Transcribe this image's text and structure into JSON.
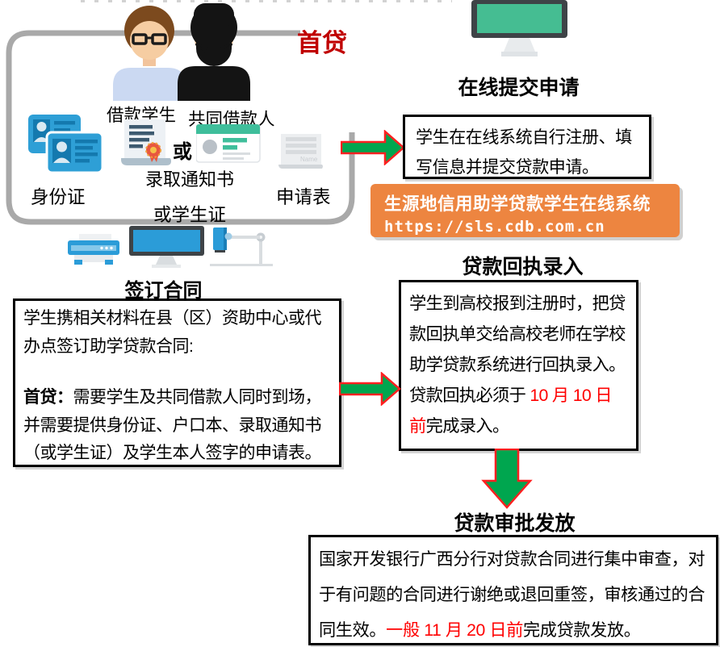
{
  "first_loan_label": "首贷",
  "materials": {
    "borrower_label": "借款学生",
    "co_borrower_label": "共同借款人",
    "or_label": "或",
    "id_card_label": "身份证",
    "admission_notice_label": "录取通知书",
    "or_student_id_label": "或学生证",
    "application_form_label": "申请表"
  },
  "steps": {
    "online_apply": {
      "title": "在线提交申请",
      "body": [
        {
          "t": "学生在在线系统自行注册、填写信息并提交贷款申请。"
        }
      ],
      "portal_name": "生源地信用助学贷款学生在线系统",
      "portal_url": "https://sls.cdb.com.cn"
    },
    "sign_contract": {
      "title": "签订合同",
      "para1": [
        {
          "t": "学生携相关材料在县（区）资助中心或代办点签订助学贷款合同:"
        }
      ],
      "para2": [
        {
          "t": "首贷：",
          "b": true
        },
        {
          "t": "需要学生及共同借款人同时到场，并需要提供身份证、户口本、录取通知书（或学生证）及学生本人签字的申请表。"
        }
      ]
    },
    "receipt_entry": {
      "title": "贷款回执录入",
      "body": [
        {
          "t": "学生到高校报到注册时，把贷款回执单交给高校老师在学校助学贷款系统进行回执录入。贷款回执必须于 "
        },
        {
          "t": "10 月 10 日前",
          "red": true
        },
        {
          "t": "完成录入。"
        }
      ]
    },
    "approval": {
      "title": "贷款审批发放",
      "body": [
        {
          "t": "国家开发银行广西分行对贷款合同进行集中审查，对于有问题的合同进行谢绝或退回重签，审核通过的合同生效。"
        },
        {
          "t": "一般 11 月 20 日前",
          "red": true
        },
        {
          "t": "完成贷款发放。"
        }
      ]
    }
  },
  "colors": {
    "arrow_green": "#00A64F",
    "arrow_outline_red": "#FF2020",
    "first_loan_red": "#C00000",
    "date_red": "#FF0000",
    "portal_orange": "#ED8540",
    "border_gray": "#A9A9A9",
    "icon_blue": "#2B9CD8",
    "icon_teal": "#45BD92"
  }
}
